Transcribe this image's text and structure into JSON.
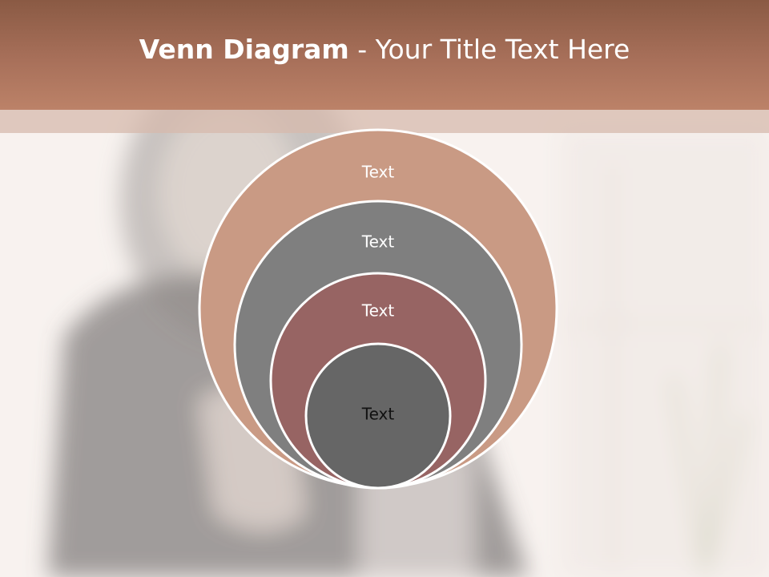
{
  "slide": {
    "title_bold": "Venn Diagram",
    "title_rest": " - Your Title Text Here"
  },
  "diagram": {
    "circles": [
      {
        "label": "Text",
        "fill": "#c99a84",
        "text_color": "#ffffff"
      },
      {
        "label": "Text",
        "fill": "#7f7f7f",
        "text_color": "#ffffff"
      },
      {
        "label": "Text",
        "fill": "#976463",
        "text_color": "#ffffff"
      },
      {
        "label": "Text",
        "fill": "#666666",
        "text_color": "#111111"
      }
    ]
  },
  "colors": {
    "header": "#a8705a",
    "header_sub": "#d6baac",
    "circle_outline": "#ffffff"
  }
}
